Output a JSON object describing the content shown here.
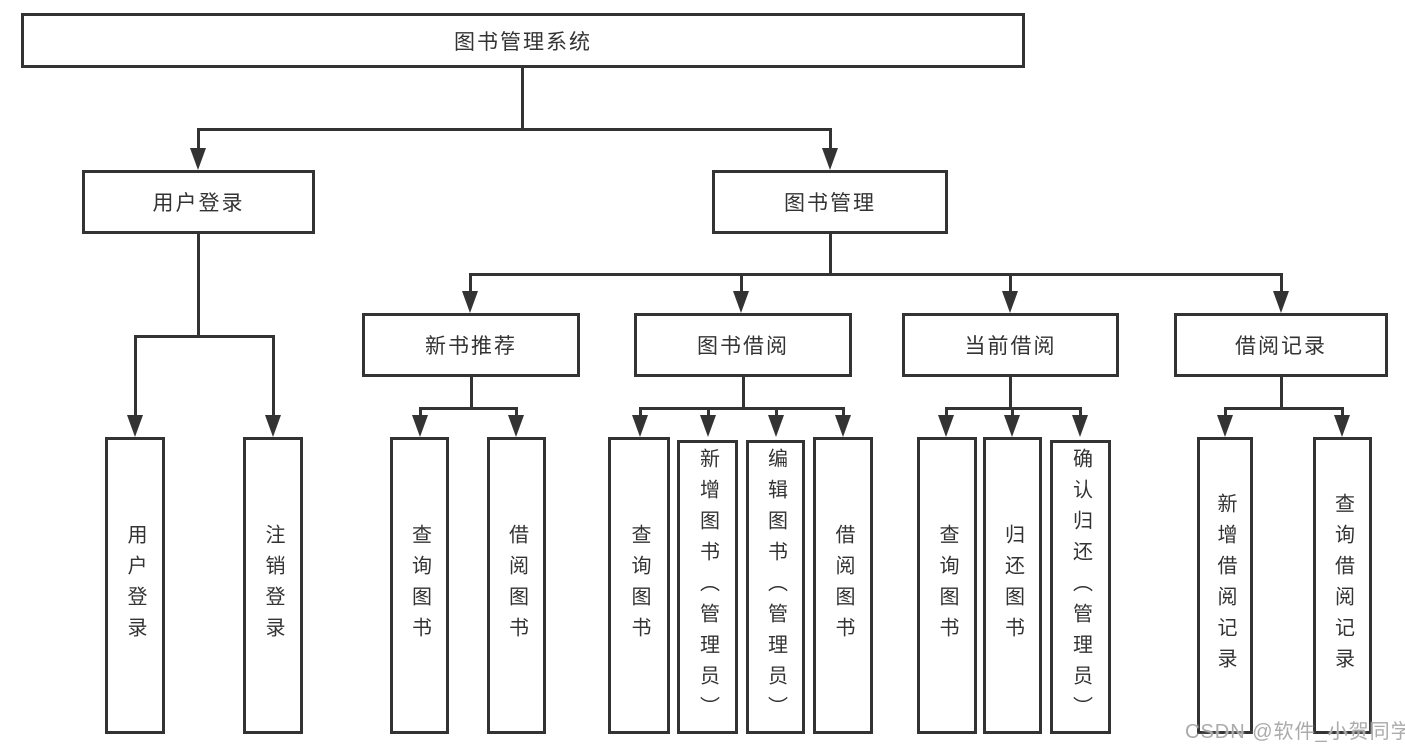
{
  "diagram_title": "图书管理系统",
  "nodes": {
    "root": "图书管理系统",
    "user_login": "用户登录",
    "book_mgmt": "图书管理",
    "new_book_rec": "新书推荐",
    "book_borrow": "图书借阅",
    "current_borrow": "当前借阅",
    "borrow_record": "借阅记录",
    "leaf_user_login": "用户登录",
    "leaf_logout": "注销登录",
    "rec_query_book": "查询图书",
    "rec_borrow_book": "借阅图书",
    "bb_query_book": "查询图书",
    "bb_add_book": "新增图书（管理员）",
    "bb_edit_book": "编辑图书（管理员）",
    "bb_borrow_book": "借阅图书",
    "cb_query_book": "查询图书",
    "cb_return_book": "归还图书",
    "cb_confirm_return": "确认归还（管理员）",
    "br_add_record": "新增借阅记录",
    "br_query_record": "查询借阅记录"
  },
  "watermark": "CSDN @软件_小贺同学",
  "colors": {
    "line": "#333333",
    "text": "#333333",
    "watermark": "#ababab",
    "background": "#ffffff"
  }
}
